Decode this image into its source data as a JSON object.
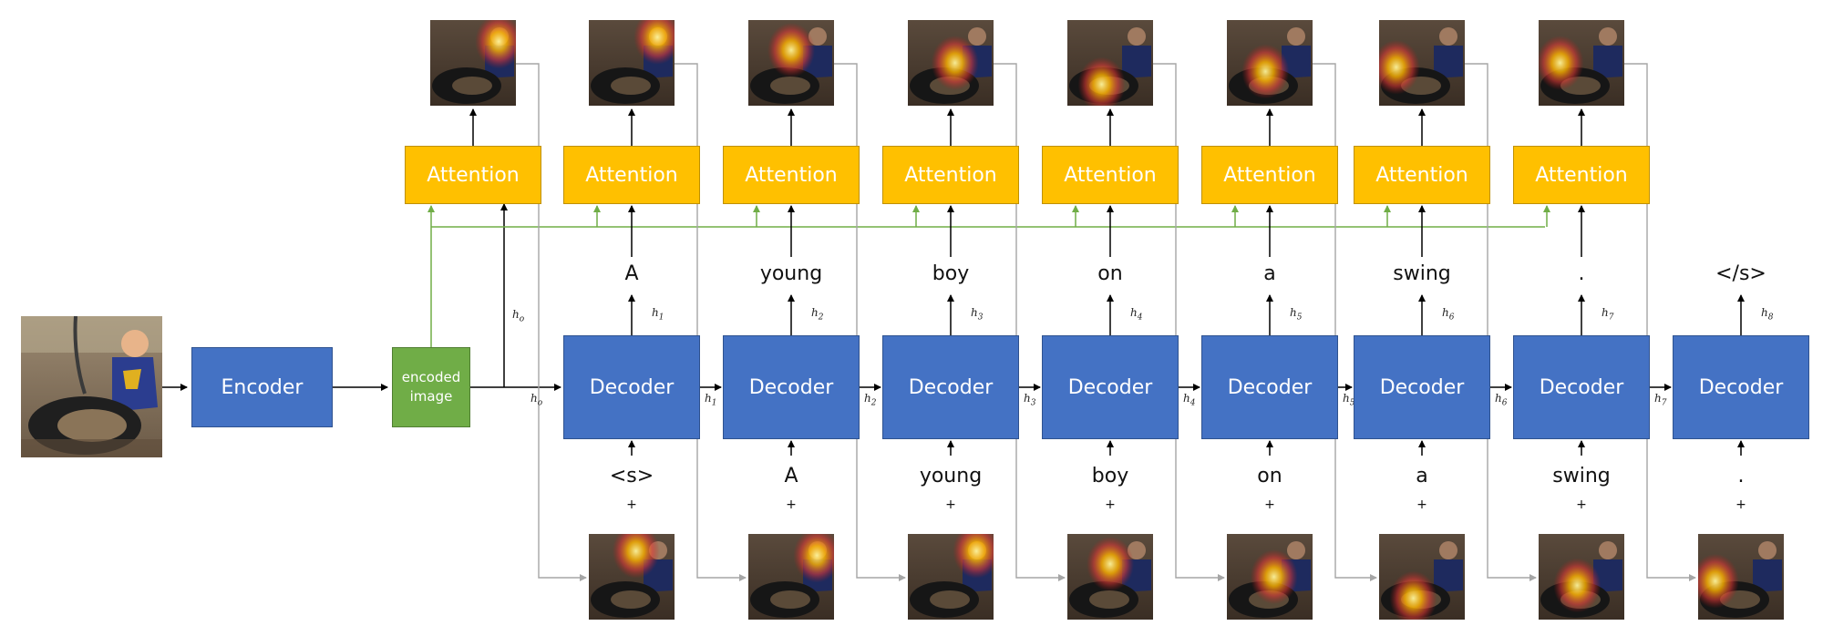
{
  "encoder_label": "Encoder",
  "encoded_image_label": [
    "encoded",
    "image"
  ],
  "attention_label": "Attention",
  "decoder_label": "Decoder",
  "h0_label": "h",
  "h0_sub": "o",
  "output_words": [
    "A",
    "young",
    "boy",
    "on",
    "a",
    "swing",
    ".",
    "</s>"
  ],
  "input_words": [
    "<s>",
    "A",
    "young",
    "boy",
    "on",
    "a",
    "swing",
    "."
  ],
  "plus_sign": "+",
  "hidden_state_symbol": "h",
  "hidden_state_indices": [
    "1",
    "2",
    "3",
    "4",
    "5",
    "6",
    "7",
    "8"
  ],
  "colors": {
    "encoder_blue": "#4472c4",
    "attention_yellow": "#ffc000",
    "encoded_green": "#70ad47",
    "green_line": "#70ad47",
    "gray_line": "#a6a6a6",
    "arrow_black": "#000000"
  },
  "icons": {
    "input_photo": "boy-on-tire-swing-photo",
    "attention_map": "attention-heatmap-thumbnail"
  }
}
